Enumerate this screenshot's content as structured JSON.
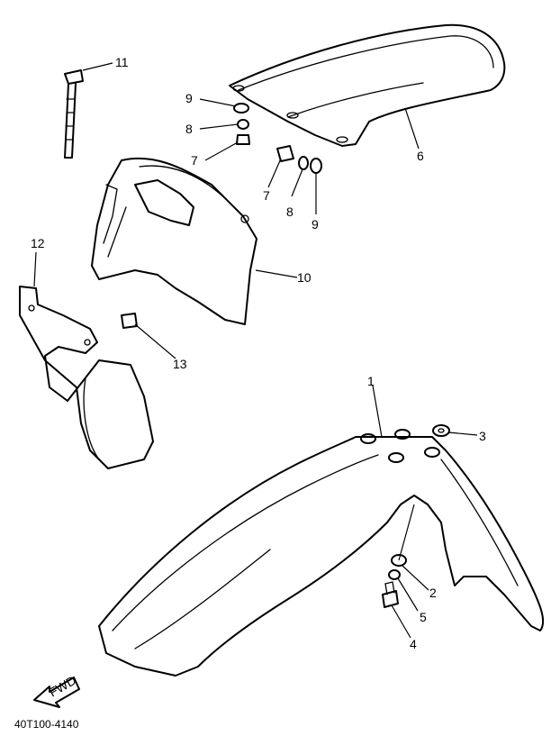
{
  "diagram_code": "40T100-4140",
  "fwd_label": "FWD",
  "callouts": [
    "1",
    "2",
    "3",
    "4",
    "5",
    "6",
    "7",
    "7",
    "8",
    "8",
    "9",
    "9",
    "10",
    "11",
    "12",
    "13"
  ],
  "colors": {
    "ink": "#000000",
    "paper": "#ffffff"
  }
}
